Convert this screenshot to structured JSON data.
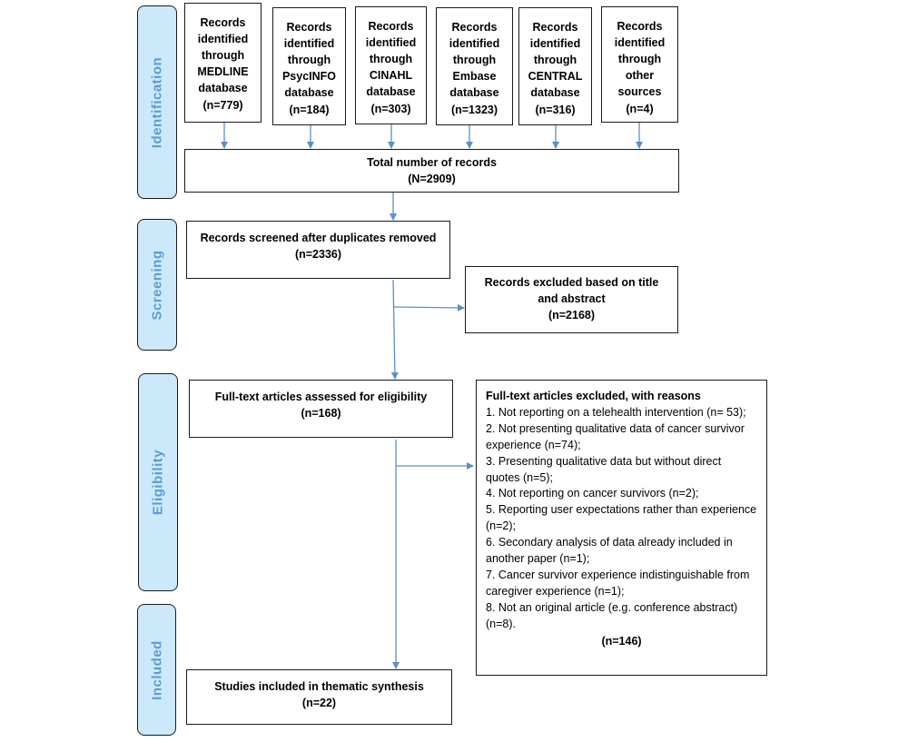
{
  "colors": {
    "phase_fill": "#cce9fb",
    "phase_text": "#5b9bd5",
    "arrow": "#5b8fc9",
    "box_border": "#1a1a1a"
  },
  "phases": [
    {
      "id": "identification",
      "label": "Identification"
    },
    {
      "id": "screening",
      "label": "Screening"
    },
    {
      "id": "eligibility",
      "label": "Eligibility"
    },
    {
      "id": "included",
      "label": "Included"
    }
  ],
  "identification": {
    "sources": [
      {
        "label": "Records\nidentified\nthrough\nMEDLINE\ndatabase",
        "n": "(n=779)"
      },
      {
        "label": "Records\nidentified\nthrough\nPsycINFO\ndatabase",
        "n": "(n=184)"
      },
      {
        "label": "Records\nidentified\nthrough\nCINAHL\ndatabase",
        "n": "(n=303)"
      },
      {
        "label": "Records\nidentified\nthrough\nEmbase\ndatabase",
        "n": "(n=1323)"
      },
      {
        "label": "Records\nidentified\nthrough\nCENTRAL\ndatabase",
        "n": "(n=316)"
      },
      {
        "label": "Records\nidentified\nthrough\nother\nsources",
        "n": "(n=4)"
      }
    ],
    "total": {
      "label": "Total number of records",
      "n": "(N=2909)"
    }
  },
  "screening": {
    "screened": {
      "label": "Records screened after duplicates removed",
      "n": "(n=2336)"
    },
    "excluded": {
      "label": "Records excluded based on title and abstract",
      "n": "(n=2168)"
    }
  },
  "eligibility": {
    "assessed": {
      "label": "Full-text articles assessed for eligibility",
      "n": "(n=168)"
    },
    "excluded": {
      "title": "Full-text articles excluded, with reasons",
      "reasons": [
        "1. Not reporting on a telehealth intervention (n= 53);",
        "2. Not presenting qualitative data of cancer survivor experience (n=74);",
        "3. Presenting qualitative data but without direct quotes (n=5);",
        "4. Not reporting on cancer survivors (n=2);",
        "5. Reporting user expectations rather than experience (n=2);",
        "6. Secondary analysis of data already included in another paper (n=1);",
        "7. Cancer survivor experience indistinguishable from caregiver experience (n=1);",
        "8. Not an original article (e.g. conference abstract) (n=8)."
      ],
      "n": "(n=146)"
    }
  },
  "included": {
    "studies": {
      "label": "Studies included in thematic synthesis",
      "n": "(n=22)"
    }
  }
}
